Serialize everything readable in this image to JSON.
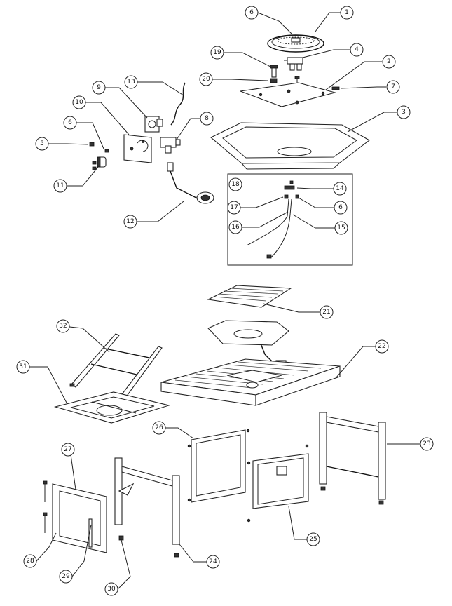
{
  "callouts": [
    {
      "label": "1"
    },
    {
      "label": "2"
    },
    {
      "label": "3"
    },
    {
      "label": "4"
    },
    {
      "label": "5"
    },
    {
      "label": "6"
    },
    {
      "label": "6"
    },
    {
      "label": "6"
    },
    {
      "label": "7"
    },
    {
      "label": "8"
    },
    {
      "label": "9"
    },
    {
      "label": "10"
    },
    {
      "label": "11"
    },
    {
      "label": "12"
    },
    {
      "label": "13"
    },
    {
      "label": "14"
    },
    {
      "label": "15"
    },
    {
      "label": "16"
    },
    {
      "label": "17"
    },
    {
      "label": "18"
    },
    {
      "label": "19"
    },
    {
      "label": "20"
    },
    {
      "label": "21"
    },
    {
      "label": "22"
    },
    {
      "label": "23"
    },
    {
      "label": "24"
    },
    {
      "label": "25"
    },
    {
      "label": "26"
    },
    {
      "label": "27"
    },
    {
      "label": "28"
    },
    {
      "label": "29"
    },
    {
      "label": "30"
    },
    {
      "label": "31"
    },
    {
      "label": "32"
    }
  ]
}
